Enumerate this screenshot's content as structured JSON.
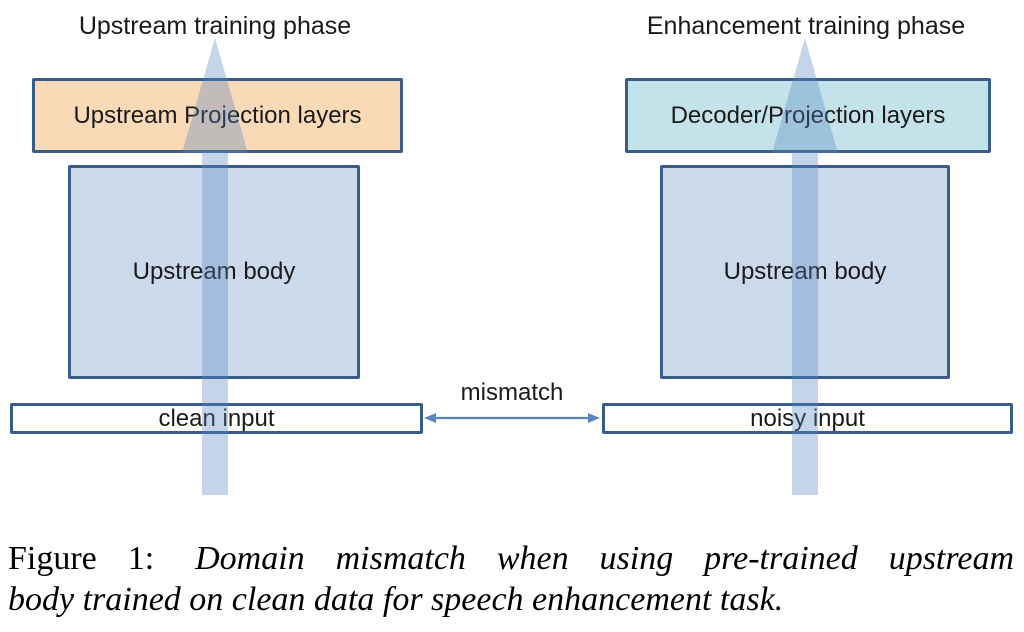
{
  "figure": {
    "left_panel": {
      "title": "Upstream training phase",
      "projection_layers_label": "Upstream Projection layers",
      "upstream_body_label": "Upstream body",
      "input_label": "clean input"
    },
    "right_panel": {
      "title": "Enhancement training phase",
      "projection_layers_label": "Decoder/Projection layers",
      "upstream_body_label": "Upstream body",
      "input_label": "noisy input"
    },
    "mismatch_label": "mismatch",
    "colors": {
      "box_border": "#385d8a",
      "projection_left_fill": "#fad9b6",
      "projection_right_fill": "#c3e2ea",
      "body_fill": "#cbdaeb",
      "input_fill": "#ffffff",
      "flow_arrow": "rgba(87,134,194,0.35)",
      "mismatch_arrow": "#5a85bb",
      "label_text": "#1a1a1a"
    }
  },
  "caption": {
    "prefix": "Figure 1:",
    "line1": "Domain mismatch when using pre-trained upstream",
    "line2": "body trained on clean data for speech enhancement task."
  }
}
